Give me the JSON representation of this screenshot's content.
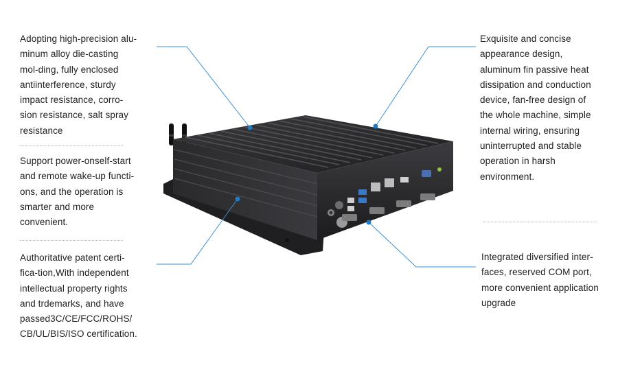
{
  "features": {
    "left_top": "Adopting high-precision alu-\nminum alloy die-casting\nmol-ding, fully enclosed\nantiinterference,    sturdy\nimpact resistance,  corro-\nsion resistance, salt spray\nresistance",
    "left_middle": "Support power-onself-start\nand remote wake-up functi-\nons, and the operation is\nsmarter and more\nconvenient.",
    "left_bottom": "Authoritative patent certi-\nfica-tion,With independent\nintellectual property rights\nand trdemarks, and have\npassed3C/CE/FCC/ROHS/\nCB/UL/BIS/ISO certification.",
    "right_top": "Exquisite and concise\nappearance design,\naluminum fin passive heat\ndissipation and conduction\ndevice, fan-free design of\nthe whole machine, simple\ninternal wiring, ensuring\nuninterrupted and stable\noperation in harsh\nenvironment.",
    "right_bottom": "Integrated diversified inter-\nfaces, reserved COM port,\nmore convenient application\nupgrade"
  },
  "colors": {
    "callout_line": "#3b8fd0",
    "dot": "#1f7ac4",
    "chassis": "#2b2b2d",
    "fin": "#46464a",
    "text": "#222222"
  },
  "device": {
    "name": "fanless-mini-pc"
  }
}
